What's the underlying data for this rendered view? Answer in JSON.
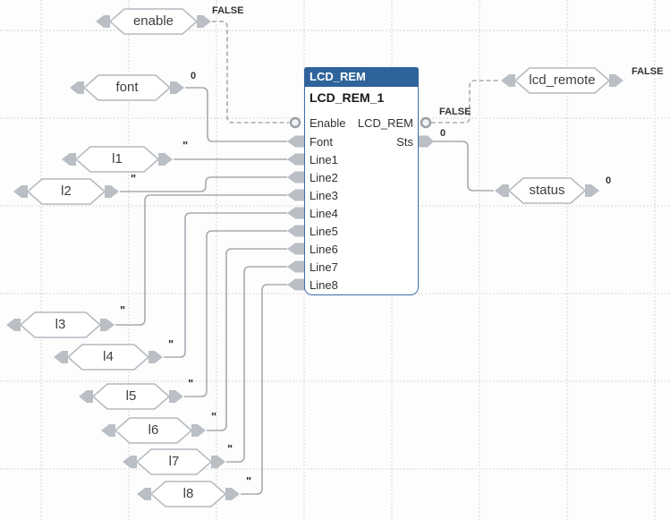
{
  "canvas": {
    "kind": "function-block-diagram-editor"
  },
  "colors": {
    "block_header": "#2f639b",
    "block_border": "#3e6dab",
    "wire": "#a6abb0",
    "connector": "#b9bfc4",
    "grid": "#e9e9e9"
  },
  "block": {
    "type_name": "LCD_REM",
    "instance_name": "LCD_REM_1",
    "inputs": [
      {
        "name": "Enable",
        "kind": "bool"
      },
      {
        "name": "Font"
      },
      {
        "name": "Line1"
      },
      {
        "name": "Line2"
      },
      {
        "name": "Line3"
      },
      {
        "name": "Line4"
      },
      {
        "name": "Line5"
      },
      {
        "name": "Line6"
      },
      {
        "name": "Line7"
      },
      {
        "name": "Line8"
      }
    ],
    "outputs": [
      {
        "name": "LCD_REM",
        "kind": "bool",
        "value": "FALSE"
      },
      {
        "name": "Sts",
        "value": "0"
      }
    ]
  },
  "tags": [
    {
      "label": "enable",
      "direction": "input",
      "value": "FALSE"
    },
    {
      "label": "font",
      "direction": "input",
      "value": "0"
    },
    {
      "label": "l1",
      "direction": "input",
      "value": "\""
    },
    {
      "label": "l2",
      "direction": "input",
      "value": "\""
    },
    {
      "label": "l3",
      "direction": "input",
      "value": "\""
    },
    {
      "label": "l4",
      "direction": "input",
      "value": "\""
    },
    {
      "label": "l5",
      "direction": "input",
      "value": "\""
    },
    {
      "label": "l6",
      "direction": "input",
      "value": "\""
    },
    {
      "label": "l7",
      "direction": "input",
      "value": "\""
    },
    {
      "label": "l8",
      "direction": "input",
      "value": "\""
    },
    {
      "label": "lcd_remote",
      "direction": "output",
      "value": "FALSE"
    },
    {
      "label": "status",
      "direction": "output",
      "value": "0"
    }
  ]
}
